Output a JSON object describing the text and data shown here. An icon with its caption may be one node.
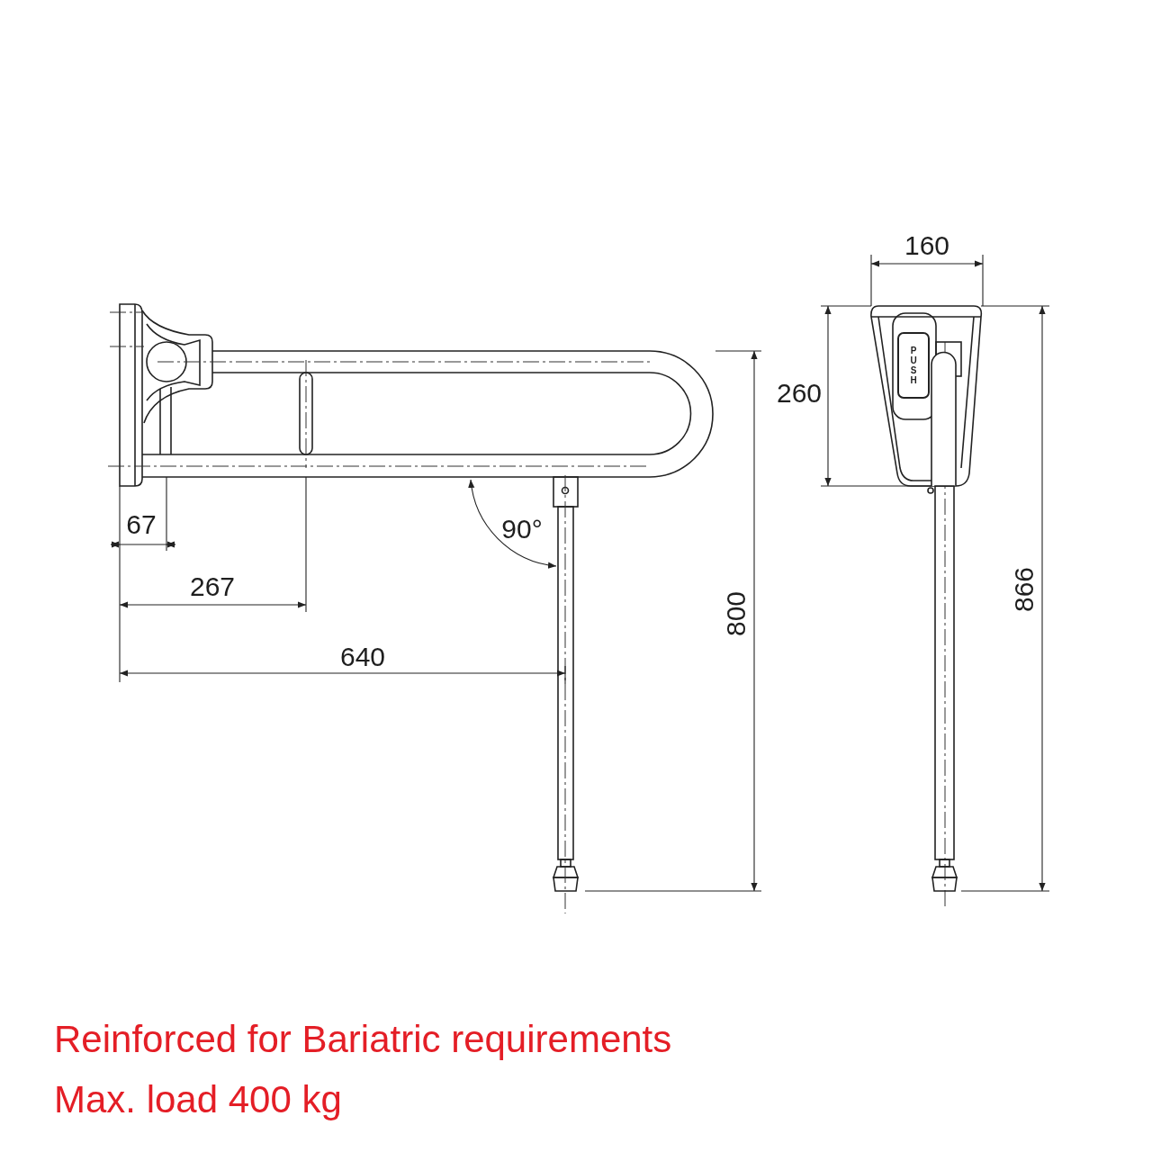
{
  "diagram": {
    "labels": [
      "160",
      "260",
      "PUSH",
      "866",
      "67",
      "90°",
      "267",
      "800",
      "640",
      "Reinforced for Bariatric requirements",
      "Max. load 400 kg"
    ]
  }
}
